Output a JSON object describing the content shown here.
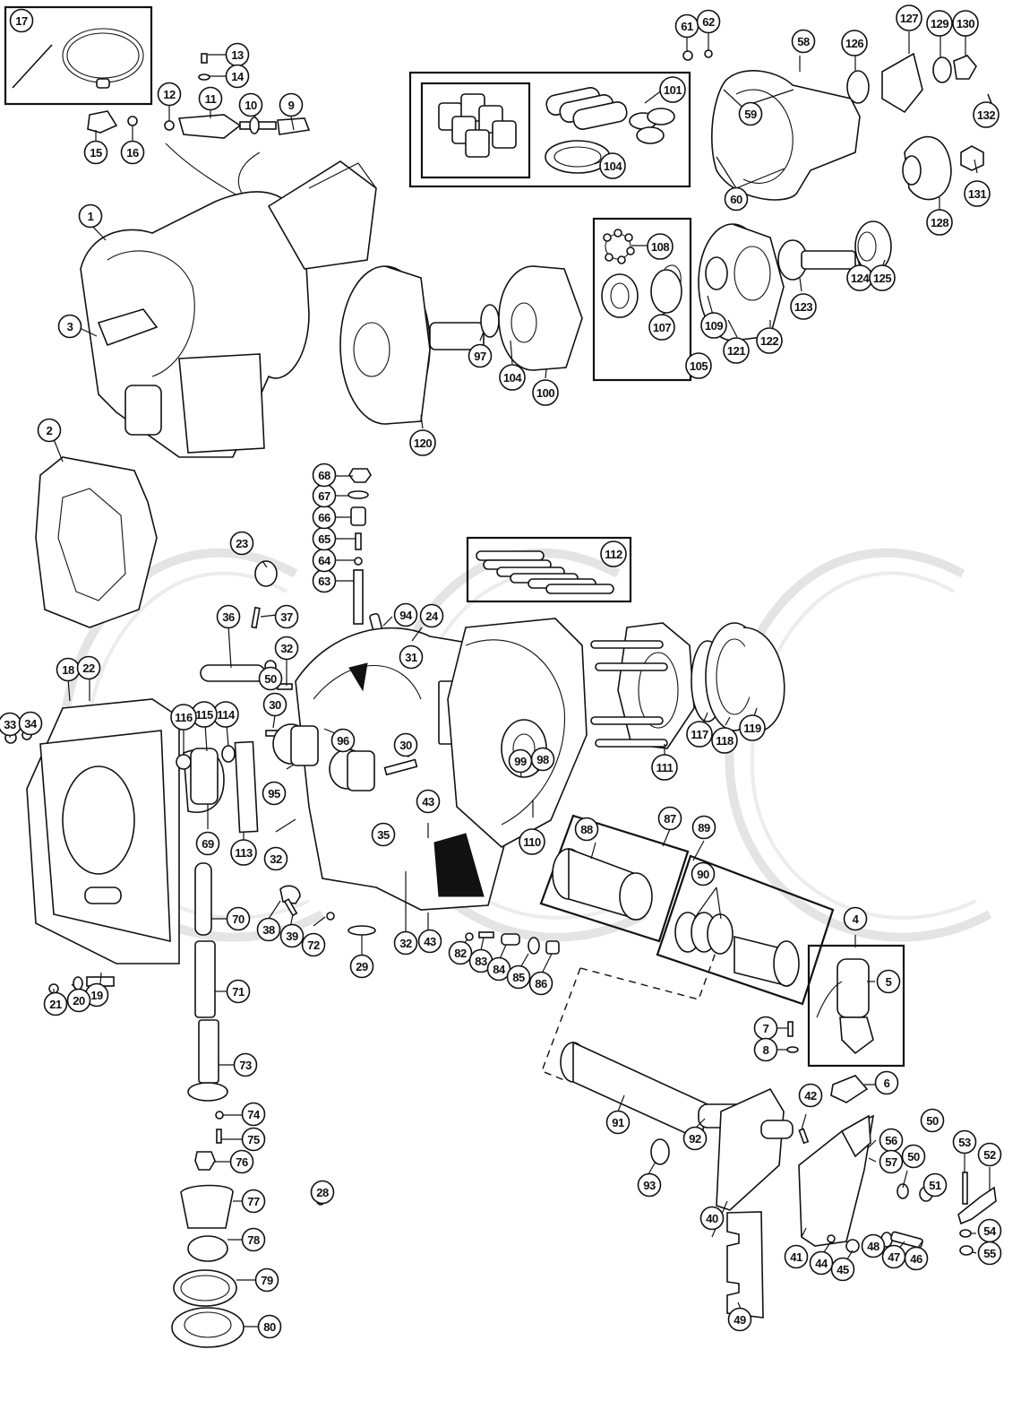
{
  "diagram": {
    "title": "Overdrive unit exploded parts diagram",
    "watermark": "OCC",
    "callouts": [
      {
        "id": "1"
      },
      {
        "id": "2"
      },
      {
        "id": "3"
      },
      {
        "id": "4"
      },
      {
        "id": "5"
      },
      {
        "id": "6"
      },
      {
        "id": "7"
      },
      {
        "id": "8"
      },
      {
        "id": "9"
      },
      {
        "id": "10"
      },
      {
        "id": "11"
      },
      {
        "id": "12"
      },
      {
        "id": "13"
      },
      {
        "id": "14"
      },
      {
        "id": "15"
      },
      {
        "id": "16"
      },
      {
        "id": "17"
      },
      {
        "id": "18"
      },
      {
        "id": "19"
      },
      {
        "id": "20"
      },
      {
        "id": "21"
      },
      {
        "id": "22"
      },
      {
        "id": "23"
      },
      {
        "id": "24"
      },
      {
        "id": "28"
      },
      {
        "id": "29"
      },
      {
        "id": "30"
      },
      {
        "id": "30"
      },
      {
        "id": "31"
      },
      {
        "id": "32"
      },
      {
        "id": "32"
      },
      {
        "id": "32"
      },
      {
        "id": "33"
      },
      {
        "id": "34"
      },
      {
        "id": "35"
      },
      {
        "id": "36"
      },
      {
        "id": "37"
      },
      {
        "id": "38"
      },
      {
        "id": "39"
      },
      {
        "id": "40"
      },
      {
        "id": "41"
      },
      {
        "id": "42"
      },
      {
        "id": "43"
      },
      {
        "id": "43"
      },
      {
        "id": "44"
      },
      {
        "id": "45"
      },
      {
        "id": "46"
      },
      {
        "id": "47"
      },
      {
        "id": "48"
      },
      {
        "id": "49"
      },
      {
        "id": "50"
      },
      {
        "id": "50"
      },
      {
        "id": "50"
      },
      {
        "id": "51"
      },
      {
        "id": "52"
      },
      {
        "id": "53"
      },
      {
        "id": "54"
      },
      {
        "id": "55"
      },
      {
        "id": "56"
      },
      {
        "id": "57"
      },
      {
        "id": "58"
      },
      {
        "id": "59"
      },
      {
        "id": "60"
      },
      {
        "id": "61"
      },
      {
        "id": "62"
      },
      {
        "id": "63"
      },
      {
        "id": "64"
      },
      {
        "id": "65"
      },
      {
        "id": "66"
      },
      {
        "id": "67"
      },
      {
        "id": "68"
      },
      {
        "id": "69"
      },
      {
        "id": "70"
      },
      {
        "id": "71"
      },
      {
        "id": "72"
      },
      {
        "id": "73"
      },
      {
        "id": "74"
      },
      {
        "id": "75"
      },
      {
        "id": "76"
      },
      {
        "id": "77"
      },
      {
        "id": "78"
      },
      {
        "id": "79"
      },
      {
        "id": "80"
      },
      {
        "id": "82"
      },
      {
        "id": "83"
      },
      {
        "id": "84"
      },
      {
        "id": "85"
      },
      {
        "id": "86"
      },
      {
        "id": "87"
      },
      {
        "id": "88"
      },
      {
        "id": "89"
      },
      {
        "id": "90"
      },
      {
        "id": "91"
      },
      {
        "id": "92"
      },
      {
        "id": "93"
      },
      {
        "id": "94"
      },
      {
        "id": "95"
      },
      {
        "id": "96"
      },
      {
        "id": "97"
      },
      {
        "id": "98"
      },
      {
        "id": "99"
      },
      {
        "id": "100"
      },
      {
        "id": "101"
      },
      {
        "id": "104"
      },
      {
        "id": "104"
      },
      {
        "id": "105"
      },
      {
        "id": "107"
      },
      {
        "id": "108"
      },
      {
        "id": "109"
      },
      {
        "id": "110"
      },
      {
        "id": "111"
      },
      {
        "id": "112"
      },
      {
        "id": "113"
      },
      {
        "id": "114"
      },
      {
        "id": "115"
      },
      {
        "id": "116"
      },
      {
        "id": "117"
      },
      {
        "id": "118"
      },
      {
        "id": "119"
      },
      {
        "id": "120"
      },
      {
        "id": "121"
      },
      {
        "id": "122"
      },
      {
        "id": "123"
      },
      {
        "id": "124"
      },
      {
        "id": "125"
      },
      {
        "id": "126"
      },
      {
        "id": "127"
      },
      {
        "id": "128"
      },
      {
        "id": "129"
      },
      {
        "id": "130"
      },
      {
        "id": "131"
      },
      {
        "id": "132"
      }
    ],
    "kit_boxes": [
      "17",
      "101",
      "105",
      "112",
      "87",
      "89",
      "4"
    ]
  }
}
